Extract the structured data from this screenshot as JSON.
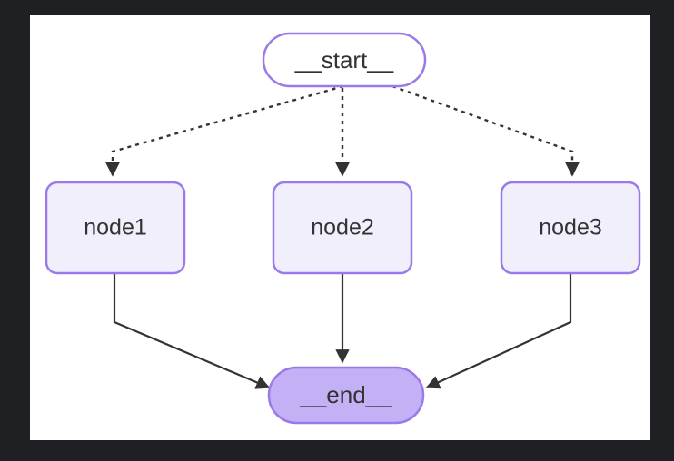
{
  "page": {
    "outer_background": "#1e2023",
    "canvas_background": "#ffffff"
  },
  "diagram": {
    "type": "flowchart",
    "title": "",
    "theme": {
      "node_fill": "#f2effc",
      "node_stroke": "#9a7ae8",
      "terminal_start_fill": "#ffffff",
      "terminal_start_stroke": "#9a7ae8",
      "terminal_end_fill": "#c3b0f5",
      "terminal_end_stroke": "#9a7ae8",
      "text_color": "#333333",
      "edge_color": "#333333"
    },
    "nodes": [
      {
        "id": "start",
        "label": "__start__",
        "shape": "stadium",
        "style": "terminal-start"
      },
      {
        "id": "node1",
        "label": "node1",
        "shape": "rounded-rect",
        "style": "process"
      },
      {
        "id": "node2",
        "label": "node2",
        "shape": "rounded-rect",
        "style": "process"
      },
      {
        "id": "node3",
        "label": "node3",
        "shape": "rounded-rect",
        "style": "process"
      },
      {
        "id": "end",
        "label": "__end__",
        "shape": "stadium",
        "style": "terminal-end"
      }
    ],
    "edges": [
      {
        "from": "start",
        "to": "node1",
        "style": "dashed",
        "arrow": "triangle",
        "label": ""
      },
      {
        "from": "start",
        "to": "node2",
        "style": "dashed",
        "arrow": "triangle",
        "label": ""
      },
      {
        "from": "start",
        "to": "node3",
        "style": "dashed",
        "arrow": "triangle",
        "label": ""
      },
      {
        "from": "node1",
        "to": "end",
        "style": "solid",
        "arrow": "triangle",
        "label": ""
      },
      {
        "from": "node2",
        "to": "end",
        "style": "solid",
        "arrow": "triangle",
        "label": ""
      },
      {
        "from": "node3",
        "to": "end",
        "style": "solid",
        "arrow": "triangle",
        "label": ""
      }
    ]
  }
}
